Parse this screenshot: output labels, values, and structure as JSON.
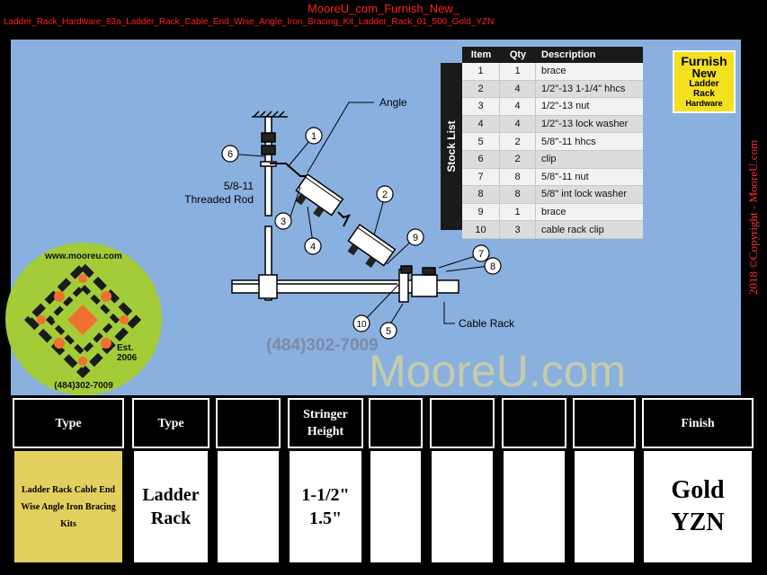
{
  "header": {
    "title": "MooreU_com_Furnish_New_",
    "subtitle": "Ladder_Rack_Hardware_83a_Ladder_Rack_Cable_End_Wise_Angle_Iron_Bracing_Kit_Ladder_Rack_01_500_Gold_YZN"
  },
  "copyright": "2018 ©Copyright - MooreU.com",
  "diagram": {
    "labels": {
      "angle": "Angle",
      "rod_line1": "5/8-11",
      "rod_line2": "Threaded Rod",
      "cable_rack": "Cable Rack"
    },
    "callouts": [
      "1",
      "2",
      "3",
      "4",
      "5",
      "6",
      "7",
      "8",
      "9",
      "10"
    ]
  },
  "stock_list": {
    "side_label": "Stock List",
    "headers": [
      "Item",
      "Qty",
      "Description"
    ],
    "rows": [
      {
        "item": "1",
        "qty": "1",
        "desc": "brace"
      },
      {
        "item": "2",
        "qty": "4",
        "desc": "1/2\"-13 1-1/4\" hhcs"
      },
      {
        "item": "3",
        "qty": "4",
        "desc": "1/2\"-13 nut"
      },
      {
        "item": "4",
        "qty": "4",
        "desc": "1/2\"-13 lock washer"
      },
      {
        "item": "5",
        "qty": "2",
        "desc": "5/8\"-11  hhcs"
      },
      {
        "item": "6",
        "qty": "2",
        "desc": "clip"
      },
      {
        "item": "7",
        "qty": "8",
        "desc": "5/8\"-11 nut"
      },
      {
        "item": "8",
        "qty": "8",
        "desc": "5/8\" int lock washer"
      },
      {
        "item": "9",
        "qty": "1",
        "desc": "brace"
      },
      {
        "item": "10",
        "qty": "3",
        "desc": "cable rack clip"
      }
    ]
  },
  "badge": {
    "line1": "Furnish",
    "line2": "New",
    "line3": "Ladder",
    "line4": "Rack",
    "line5": "Hardware"
  },
  "phone_mid": "(484)302-7009",
  "watermark": "MooreU.com",
  "logo": {
    "url": "www.mooreu.com",
    "est_line1": "Est.",
    "est_line2": "2006",
    "phone": "(484)302-7009"
  },
  "table": {
    "headers": [
      "Type",
      "Type",
      "",
      "Stringer\nHeight",
      "",
      "",
      "",
      "",
      "Finish"
    ],
    "values": [
      "Ladder Rack Cable End Wise Angle Iron Bracing Kits",
      "Ladder\nRack",
      "",
      "1-1/2\"\n1.5\"",
      "",
      "",
      "",
      "",
      "Gold\nYZN"
    ]
  },
  "colors": {
    "panel": "#8ab0e0",
    "title_red": "#ff2020",
    "type_cell": "#e2cf5e",
    "logo_green": "#a4cc38"
  }
}
